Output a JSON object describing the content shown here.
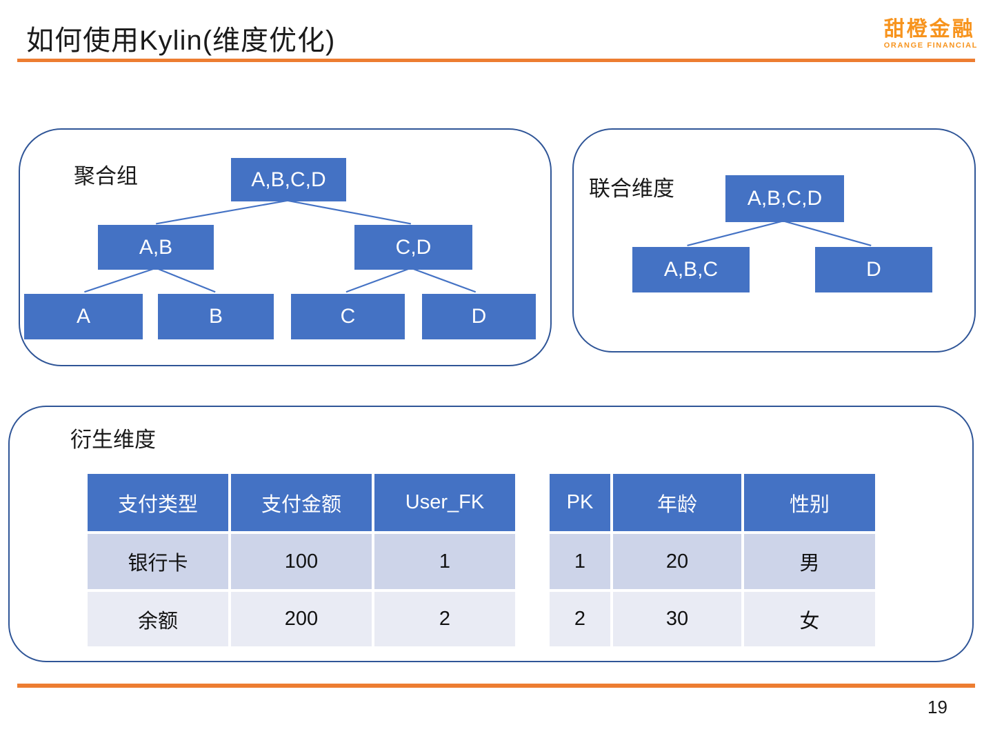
{
  "slide": {
    "title": "如何使用Kylin(维度优化)",
    "page_number": "19",
    "logo": {
      "name": "甜橙金融",
      "subtitle": "ORANGE FINANCIAL"
    }
  },
  "colors": {
    "accent_orange": "#ED7D31",
    "logo_orange": "#F7941E",
    "node_blue": "#4472C4",
    "panel_border_blue": "#2F5597",
    "table_row_odd": "#CDD4E9",
    "table_row_even": "#E9EBF4"
  },
  "panels": {
    "aggregation": {
      "label": "聚合组",
      "nodes": {
        "root": "A,B,C,D",
        "ab": "A,B",
        "cd": "C,D",
        "a": "A",
        "b": "B",
        "c": "C",
        "d": "D"
      }
    },
    "joint": {
      "label": "联合维度",
      "nodes": {
        "root": "A,B,C,D",
        "abc": "A,B,C",
        "d": "D"
      }
    },
    "derived": {
      "label": "衍生维度",
      "payment_table": {
        "headers": [
          "支付类型",
          "支付金额",
          "User_FK"
        ],
        "rows": [
          [
            "银行卡",
            "100",
            "1"
          ],
          [
            "余额",
            "200",
            "2"
          ]
        ]
      },
      "user_table": {
        "headers": [
          "PK",
          "年龄",
          "性别"
        ],
        "rows": [
          [
            "1",
            "20",
            "男"
          ],
          [
            "2",
            "30",
            "女"
          ]
        ]
      }
    }
  }
}
